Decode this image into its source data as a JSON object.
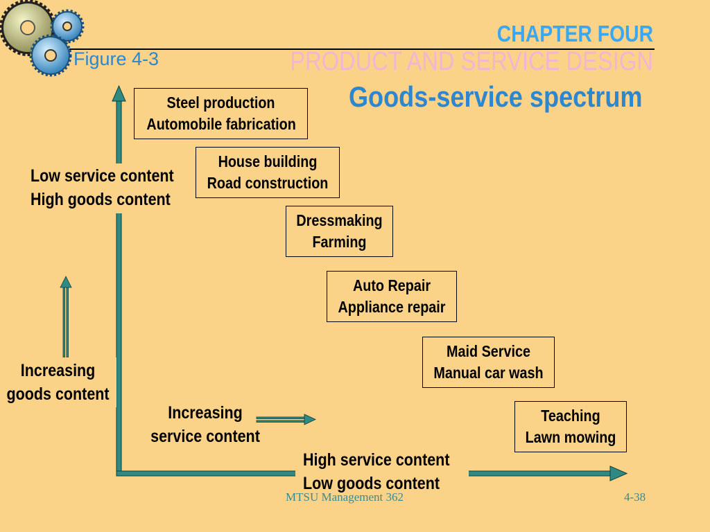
{
  "header": {
    "chapter": "CHAPTER FOUR",
    "subtitle": "PRODUCT AND SERVICE DESIGN",
    "figure_label": "Figure 4-3",
    "heading": "Goods-service spectrum"
  },
  "spectrum": [
    {
      "line1": "Steel production",
      "line2": "Automobile fabrication"
    },
    {
      "line1": "House building",
      "line2": "Road construction"
    },
    {
      "line1": "Dressmaking",
      "line2": "Farming"
    },
    {
      "line1": "Auto Repair",
      "line2": "Appliance repair"
    },
    {
      "line1": "Maid Service",
      "line2": "Manual car wash"
    },
    {
      "line1": "Teaching",
      "line2": "Lawn mowing"
    }
  ],
  "labels": {
    "top_left": {
      "line1": "Low service content",
      "line2": "High goods content"
    },
    "bottom_right": {
      "line1": "High service content",
      "line2": "Low goods content"
    },
    "increasing_goods": {
      "line1": "Increasing",
      "line2": "goods content"
    },
    "increasing_service": {
      "line1": "Increasing",
      "line2": "service content"
    }
  },
  "footer": {
    "course": "MTSU Management 362",
    "page": "4-38"
  },
  "colors": {
    "background": "#fad288",
    "chapter_blue": "#3aa8f0",
    "heading_blue": "#2c86d0",
    "subtitle_pink": "#f2b6d4",
    "arrow_teal": "#2f8a84"
  },
  "icons": [
    "gears-icon"
  ]
}
